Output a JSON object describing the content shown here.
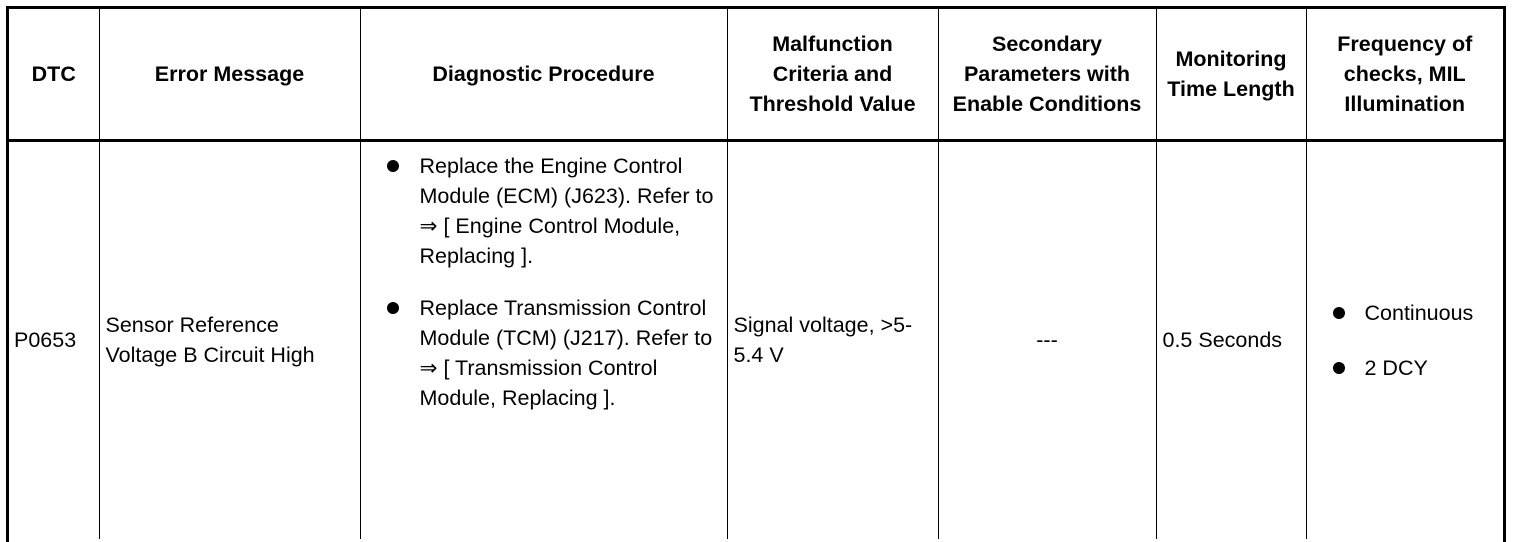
{
  "headers": {
    "dtc": "DTC",
    "error_message": "Error Message",
    "diagnostic_procedure": "Diagnostic Procedure",
    "malfunction_criteria": "Malfunction Criteria and Threshold Value",
    "secondary_parameters": "Secondary Parameters with Enable Conditions",
    "monitoring_time": "Monitoring Time Length",
    "frequency": "Frequency of checks, MIL Illumination"
  },
  "row": {
    "dtc": "P0653",
    "error_message": "Sensor Reference Voltage B Circuit High",
    "procedure": [
      "Replace the Engine Control Module (ECM) (J623). Refer to ⇒ [ Engine Control Module, Replacing ].",
      "Replace Transmission Control Module (TCM) (J217). Refer to ⇒ [ Transmission Control Module, Replacing ]."
    ],
    "malfunction_criteria": "Signal voltage, >5-5.4 V",
    "secondary_parameters": "---",
    "monitoring_time": "0.5 Seconds",
    "frequency": [
      "Continuous",
      "2 DCY"
    ]
  }
}
